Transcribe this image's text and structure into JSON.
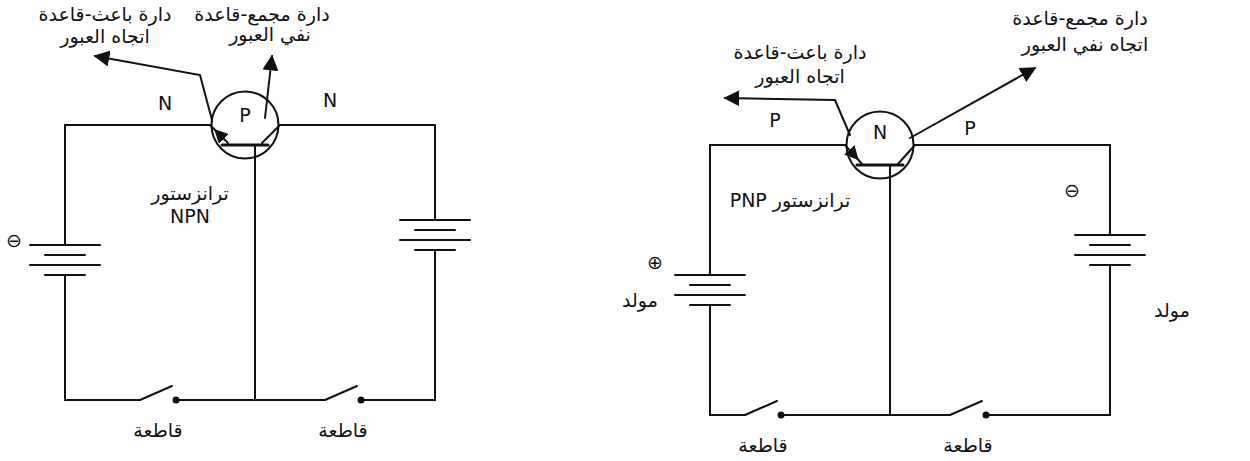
{
  "diagram": {
    "nodes": [
      {
        "text": [
          "P"
        ]
      },
      {
        "text": [
          "N"
        ]
      }
    ],
    "labels": [
      "دارة باعث-قاعدة",
      "اتجاه العبور",
      "دارة مجمع-قاعدة",
      "نفي العبور",
      "N",
      "N",
      "ترانزستور NPN",
      "⊖",
      "قاطعة",
      "قاطعة",
      "دارة باعث-قاعدة",
      "اتجاه العبور",
      "دارة مجمع-قاعدة",
      "اتجاه نفي العبور",
      "P",
      "P",
      "ترانزستور PNP",
      "⊕",
      "مولد",
      "⊖",
      "مولد",
      "قاطعة",
      "قاطعة"
    ]
  }
}
